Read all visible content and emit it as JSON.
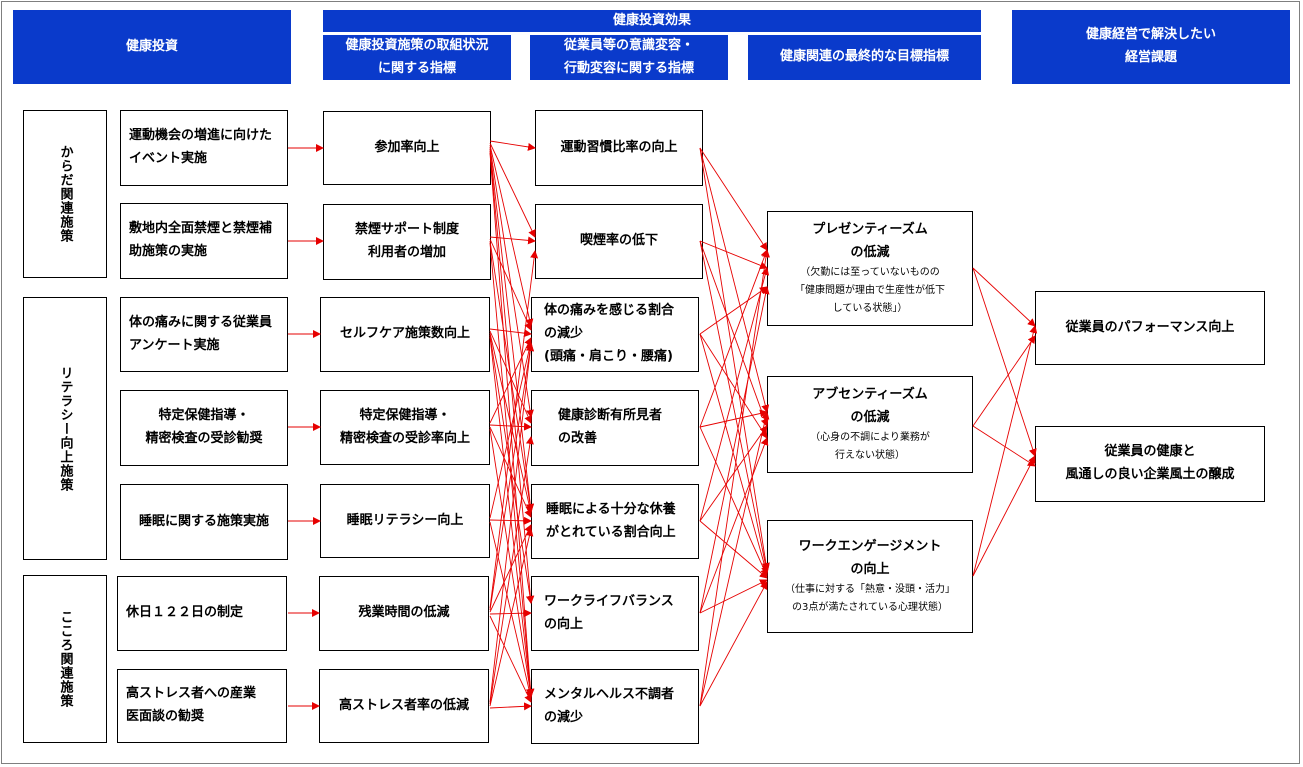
{
  "headers": {
    "investment": "健康投資",
    "effect": "健康投資効果",
    "sub1": "健康投資施策の取組状況\nに関する指標",
    "sub2": "従業員等の意識変容・\n行動変容に関する指標",
    "sub3": "健康関連の最終的な目標指標",
    "goal": "健康経営で解決したい\n経営課題"
  },
  "categories": [
    "からだ関連施策",
    "リテラシー向上施策",
    "こころ関連施策"
  ],
  "initiatives": [
    "運動機会の増進に向けた\nイベント実施",
    "敷地内全面禁煙と禁煙補\n助施策の実施",
    "体の痛みに関する従業員\nアンケート実施",
    "特定保健指導・\n精密検査の受診勧奨",
    "睡眠に関する施策実施",
    "休日１２２日の制定",
    "高ストレス者への産業\n医面談の勧奨"
  ],
  "indicators": [
    "参加率向上",
    "禁煙サポート制度\n利用者の増加",
    "セルフケア施策数向上",
    "特定保健指導・\n精密検査の受診率向上",
    "睡眠リテラシー向上",
    "残業時間の低減",
    "高ストレス者率の低減"
  ],
  "behaviors": [
    "運動習慣比率の向上",
    "喫煙率の低下",
    "体の痛みを感じる割合\nの減少\n(頭痛・肩こり・腰痛)",
    "健康診断有所見者\nの改善",
    "睡眠による十分な休養\nがとれている割合向上",
    "ワークライフバランス\nの向上",
    "メンタルヘルス不調者\nの減少"
  ],
  "outcomes": [
    {
      "title": "プレゼンティーズム\nの低減",
      "note": "（欠勤には至っていないものの\n「健康問題が理由で生産性が低下\nしている状態」）"
    },
    {
      "title": "アブセンティーズム\nの低減",
      "note": "（心身の不調により業務が\n行えない状態）"
    },
    {
      "title": "ワークエンゲージメント\nの向上",
      "note": "（仕事に対する「熱意・没頭・活力」\nの3点が満たされている心理状態）"
    }
  ],
  "goals": [
    "従業員のパフォーマンス向上",
    "従業員の健康と\n風通しの良い企業風土の醸成"
  ],
  "colors": {
    "header_bg": "#0a3acb",
    "header_text": "#ffffff",
    "arrow": "#e60000",
    "border": "#000000"
  }
}
